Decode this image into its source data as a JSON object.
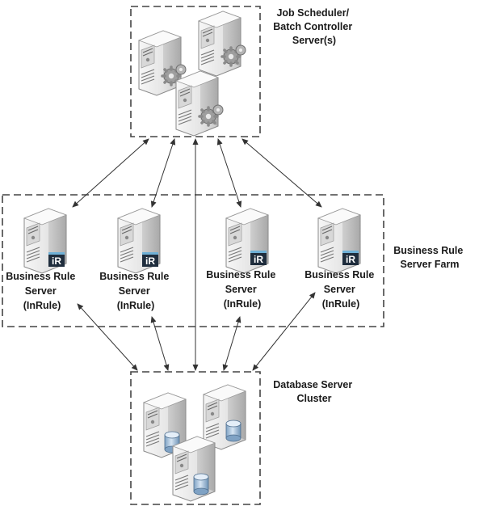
{
  "groups": {
    "scheduler": {
      "label_lines": [
        "Job Scheduler/",
        "Batch Controller",
        "Server(s)"
      ]
    },
    "farm": {
      "label_lines": [
        "Business Rule",
        "Server Farm"
      ]
    },
    "database": {
      "label_lines": [
        "Database Server",
        "Cluster"
      ]
    }
  },
  "rule_servers": [
    {
      "badge": "iR",
      "lines": [
        "Business Rule",
        "Server",
        "(InRule)"
      ]
    },
    {
      "badge": "iR",
      "lines": [
        "Business Rule",
        "Server",
        "(InRule)"
      ]
    },
    {
      "badge": "iR",
      "lines": [
        "Business Rule",
        "Server",
        "(InRule)"
      ]
    },
    {
      "badge": "iR",
      "lines": [
        "Business Rule",
        "Server",
        "(InRule)"
      ]
    }
  ],
  "colors": {
    "border": "#444444",
    "arrow": "#333333",
    "server_body": "#ececec",
    "badge_bg": "#1f2d3d",
    "badge_accent": "#6fb0d6",
    "db_cylinder": "#a9c3db"
  },
  "icons": [
    "server-gear-icon",
    "server-inrule-icon",
    "server-database-icon"
  ]
}
